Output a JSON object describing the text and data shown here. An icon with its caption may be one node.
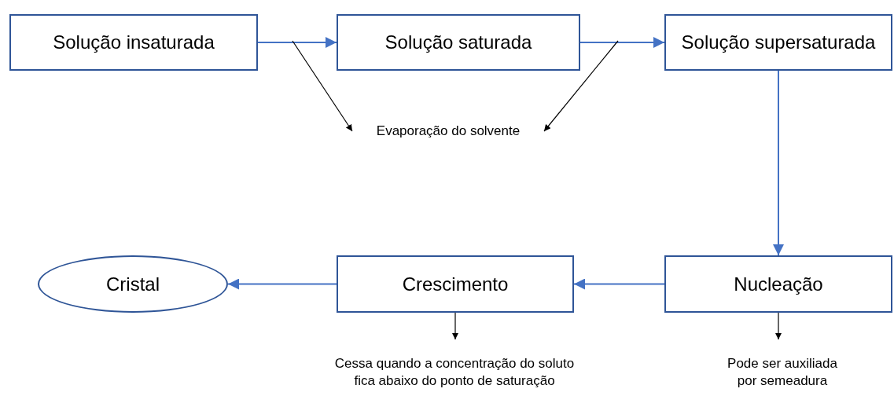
{
  "diagram": {
    "nodes": [
      {
        "text": [
          "Solução insaturada"
        ]
      },
      {
        "text": [
          "Solução saturada"
        ]
      },
      {
        "text": [
          "Solução supersaturada"
        ]
      },
      {
        "text": [
          "Evaporação do solvente"
        ]
      },
      {
        "text": [
          "Cristal"
        ]
      },
      {
        "text": [
          "Crescimento"
        ]
      },
      {
        "text": [
          "Nucleação"
        ]
      },
      {
        "text": [
          "Cessa quando a concentração do soluto fica abaixo do ponto de saturação"
        ]
      },
      {
        "text": [
          "Pode ser auxiliada por semeadura"
        ]
      }
    ],
    "edges": [
      {
        "from": 0,
        "to": 1,
        "arrow": "to"
      },
      {
        "from": 1,
        "to": 2,
        "arrow": "to"
      },
      {
        "from": null,
        "to": 3,
        "arrow": "to",
        "color": "#000000"
      },
      {
        "from": null,
        "to": 3,
        "arrow": "to",
        "color": "#000000"
      },
      {
        "from": 2,
        "to": 6,
        "arrow": "to"
      },
      {
        "from": 6,
        "to": 5,
        "arrow": "to"
      },
      {
        "from": 5,
        "to": 4,
        "arrow": "to"
      },
      {
        "from": 5,
        "to": 7,
        "arrow": "to",
        "color": "#000000"
      },
      {
        "from": 6,
        "to": 8,
        "arrow": "to",
        "color": "#000000"
      }
    ]
  }
}
